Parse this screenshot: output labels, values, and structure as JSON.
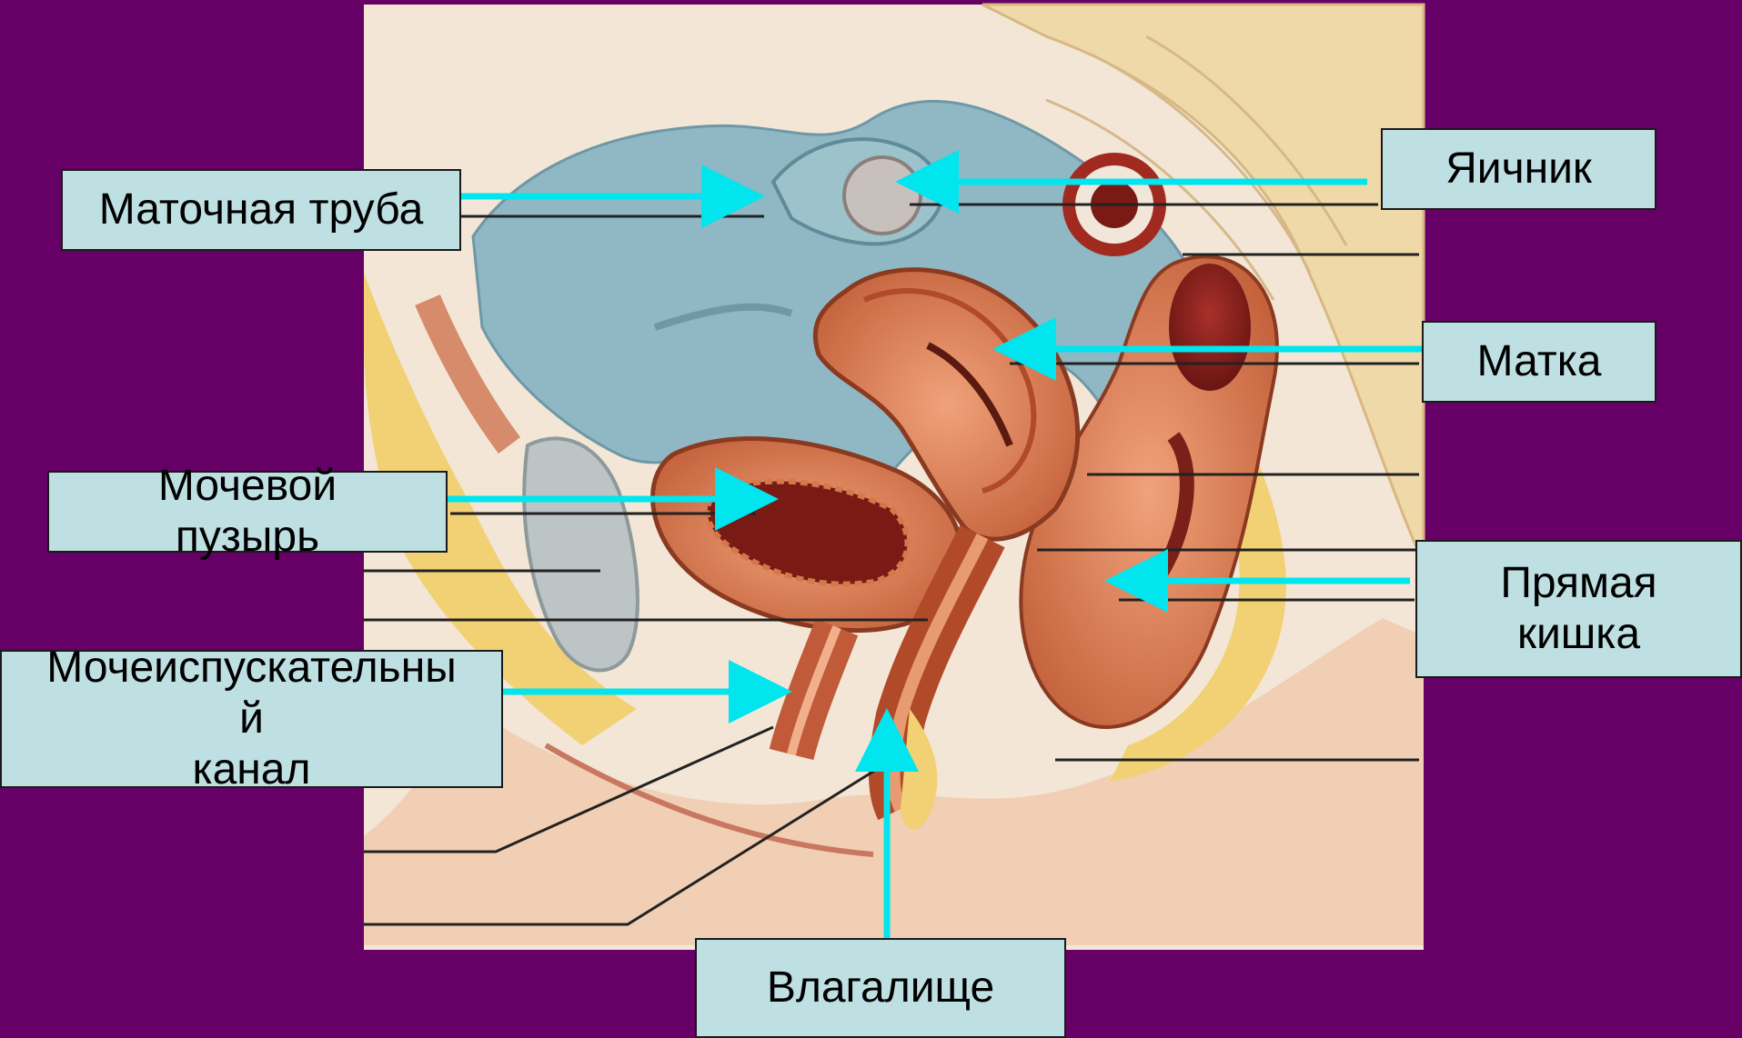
{
  "labels": {
    "fallopian_tube": "Маточная труба",
    "ovary": "Яичник",
    "uterus": "Матка",
    "bladder": "Мочевой\nпузырь",
    "urethra": "Мочеиспускательны\nй\nканал",
    "rectum": "Прямая\nкишка",
    "vagina": "Влагалище"
  },
  "colors": {
    "background": "#660066",
    "label_fill": "#bfe0e3",
    "arrow": "#00e5ee",
    "peritoneum": "#8fb8c4",
    "muscle": "#d9825a",
    "fat": "#f2d074"
  }
}
